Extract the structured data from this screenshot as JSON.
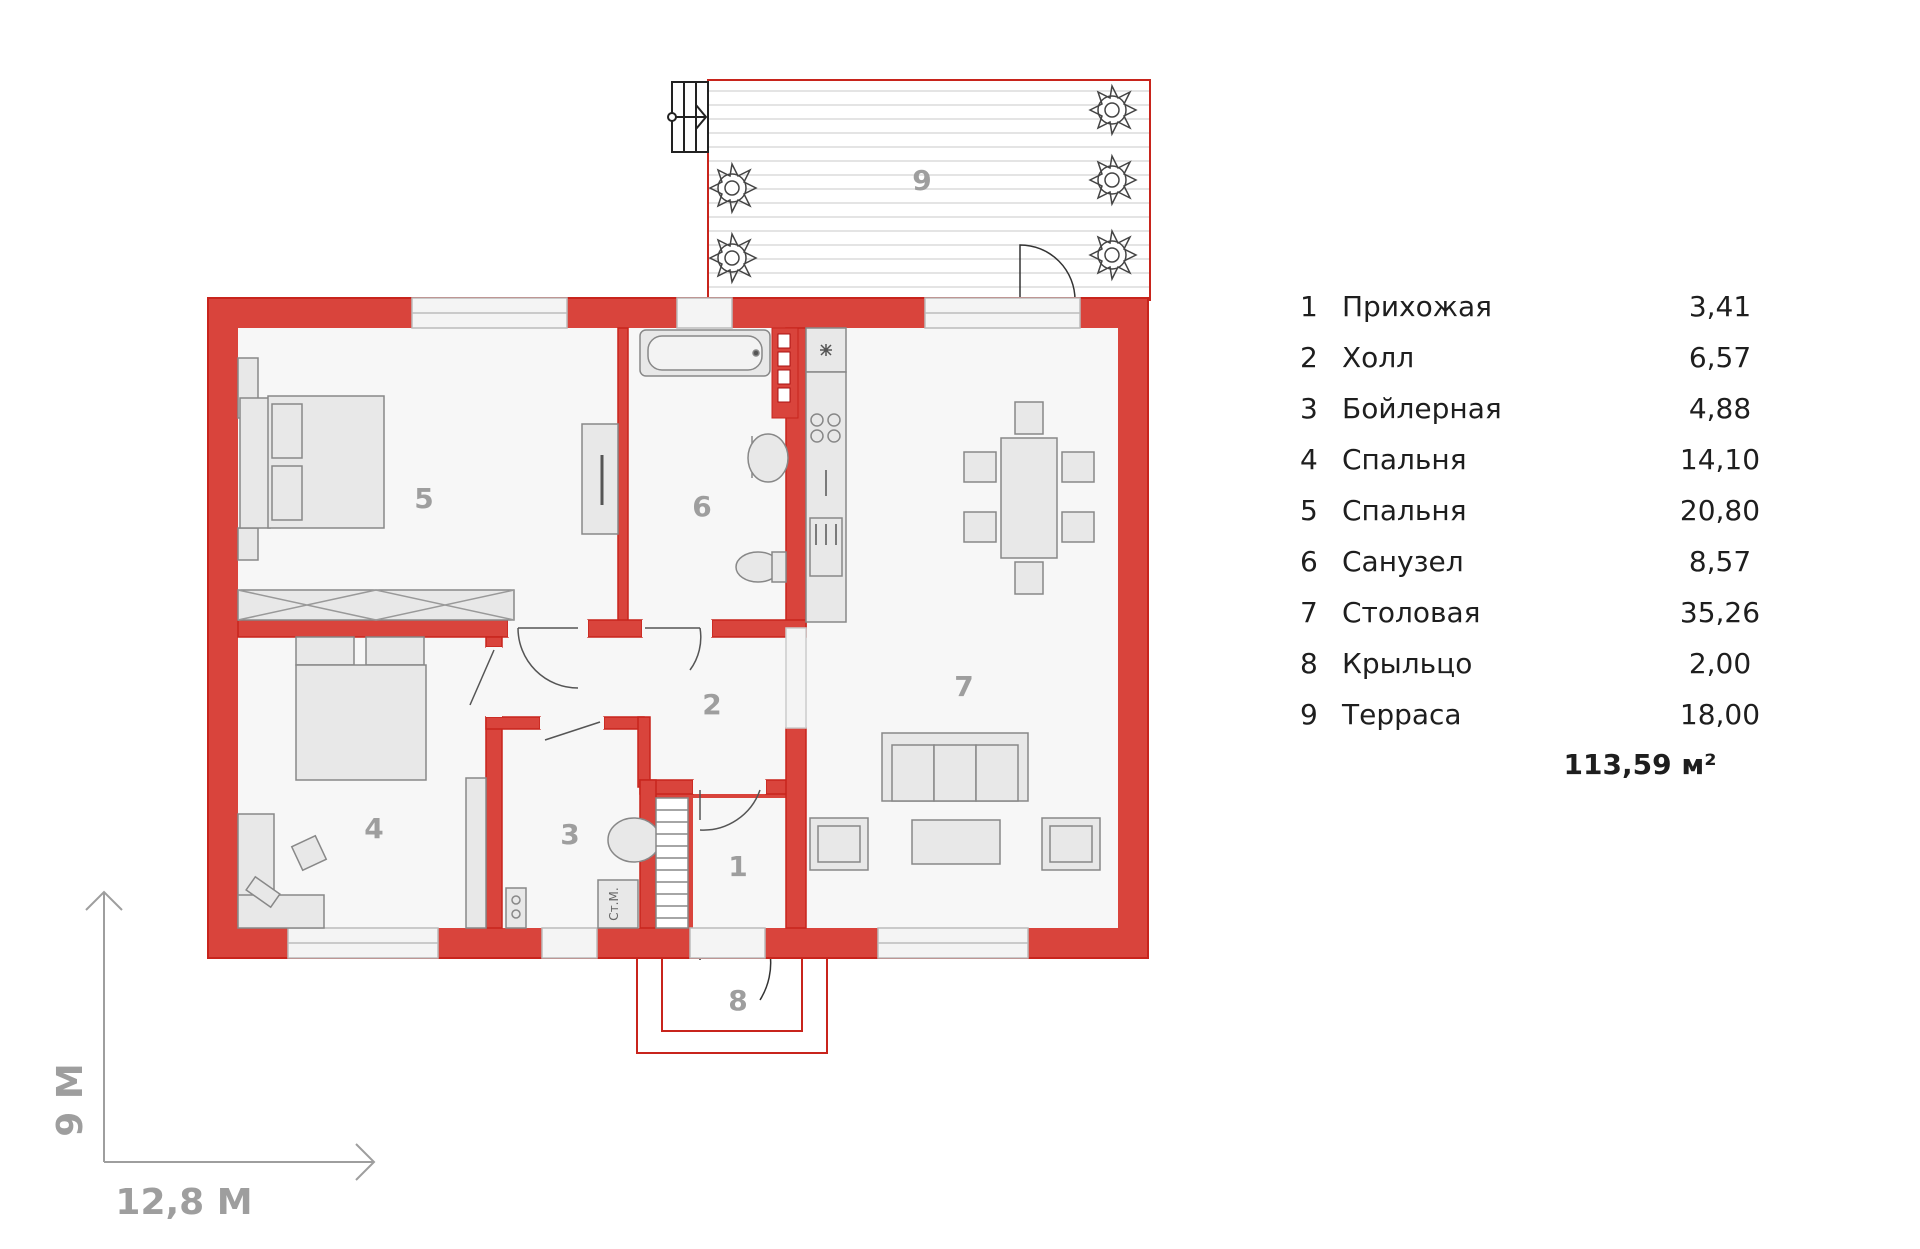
{
  "plan": {
    "wall_color": "#d9443c",
    "outline_color": "#c8241c",
    "floor_color": "#f6f6f6",
    "furniture_color": "#e6e6e6",
    "rooms": [
      "1",
      "2",
      "3",
      "4",
      "5",
      "6",
      "7",
      "8",
      "9"
    ],
    "boiler_label": "Ст.М."
  },
  "dimensions": {
    "height": "9 М",
    "width": "12,8 М"
  },
  "legend": {
    "items": [
      {
        "num": "1",
        "name": "Прихожая",
        "area": "3,41"
      },
      {
        "num": "2",
        "name": "Холл",
        "area": "6,57"
      },
      {
        "num": "3",
        "name": "Бойлерная",
        "area": "4,88"
      },
      {
        "num": "4",
        "name": "Спальня",
        "area": "14,10"
      },
      {
        "num": "5",
        "name": "Спальня",
        "area": "20,80"
      },
      {
        "num": "6",
        "name": "Санузел",
        "area": "8,57"
      },
      {
        "num": "7",
        "name": "Столовая",
        "area": "35,26"
      },
      {
        "num": "8",
        "name": "Крыльцо",
        "area": "2,00"
      },
      {
        "num": "9",
        "name": "Терраса",
        "area": "18,00"
      }
    ],
    "total": "113,59 м²"
  }
}
